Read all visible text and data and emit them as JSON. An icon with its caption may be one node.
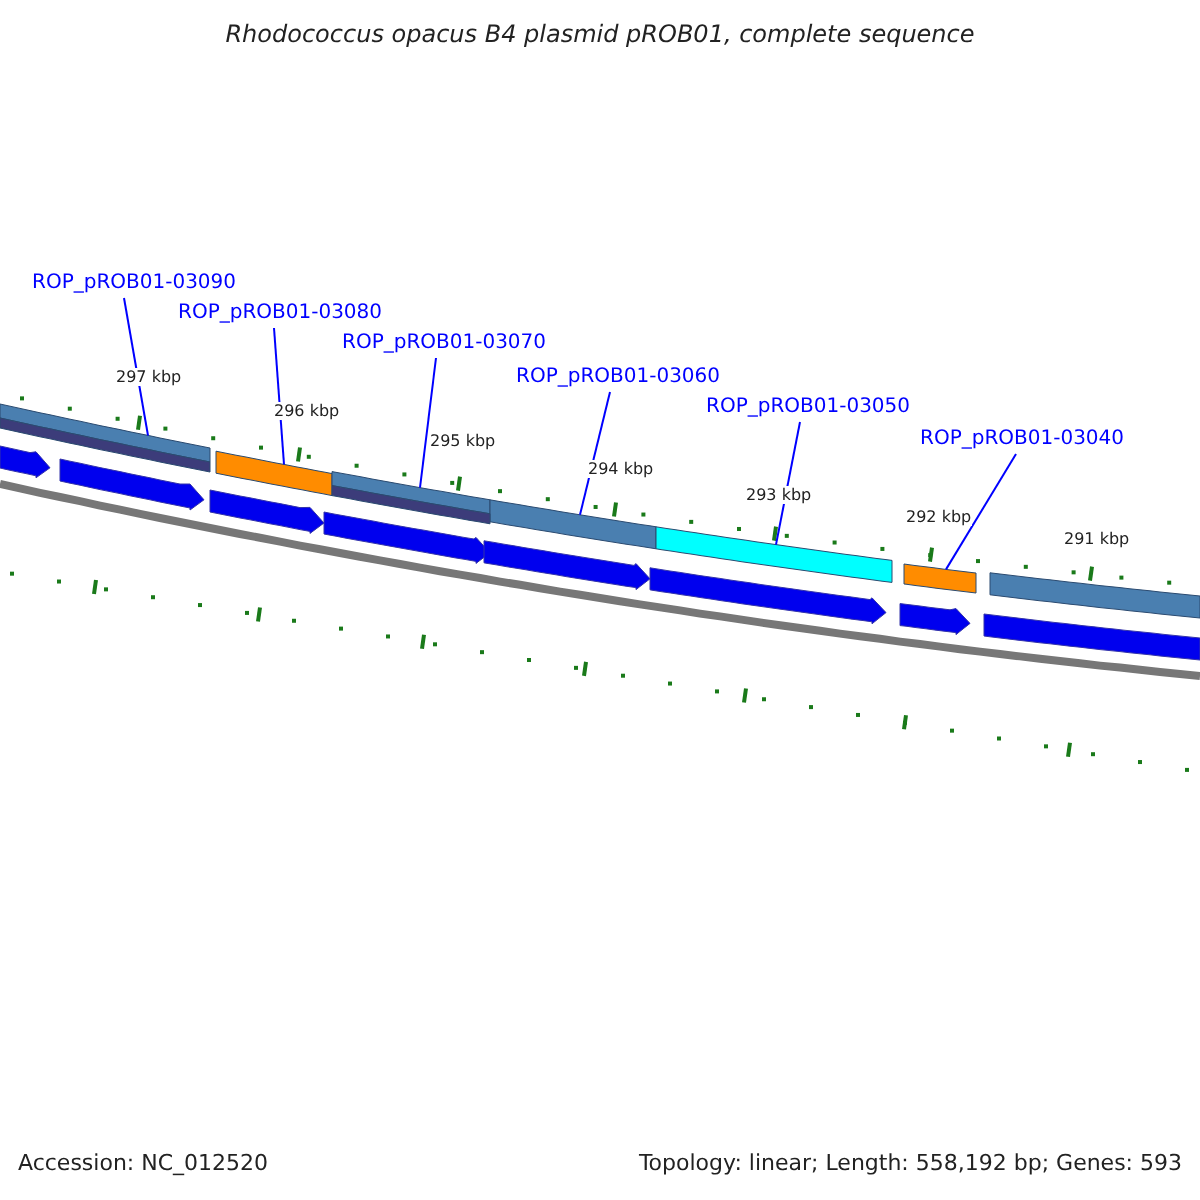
{
  "diagram": {
    "title": "Rhodococcus opacus B4 plasmid pROB01, complete sequence",
    "nodes": [
      {
        "text": [
          "ROP_pROB01-03090"
        ]
      },
      {
        "text": [
          "ROP_pROB01-03080"
        ]
      },
      {
        "text": [
          "ROP_pROB01-03070"
        ]
      },
      {
        "text": [
          "ROP_pROB01-03060"
        ]
      },
      {
        "text": [
          "ROP_pROB01-03050"
        ]
      },
      {
        "text": [
          "ROP_pROB01-03040"
        ]
      },
      {
        "text": [],
        "shape": "bar"
      },
      {
        "text": [],
        "shape": "bar"
      },
      {
        "text": [],
        "shape": "bar"
      },
      {
        "text": [],
        "shape": "bar"
      },
      {
        "text": [],
        "shape": "bar"
      },
      {
        "text": [],
        "shape": "bar"
      },
      {
        "text": [],
        "shape": "bar"
      },
      {
        "text": [],
        "shape": "bar"
      },
      {
        "text": [],
        "shape": "bar"
      },
      {
        "text": [],
        "shape": "arrow"
      },
      {
        "text": [],
        "shape": "arrow"
      },
      {
        "text": [],
        "shape": "arrow"
      },
      {
        "text": [],
        "shape": "arrow"
      },
      {
        "text": [],
        "shape": "arrow"
      },
      {
        "text": [],
        "shape": "arrow"
      },
      {
        "text": [],
        "shape": "arrow"
      },
      {
        "text": [],
        "shape": "arrow"
      }
    ],
    "edges": [
      {
        "from": 0,
        "to": 6,
        "arrow": "none"
      },
      {
        "from": 1,
        "to": 7,
        "arrow": "none"
      },
      {
        "from": 2,
        "to": 8,
        "arrow": "none"
      },
      {
        "from": 3,
        "to": 9,
        "arrow": "none"
      },
      {
        "from": 4,
        "to": 10,
        "arrow": "none"
      },
      {
        "from": 5,
        "to": 11,
        "arrow": "none"
      }
    ],
    "labels": [
      "297 kbp",
      "296 kbp",
      "295 kbp",
      "294 kbp",
      "293 kbp",
      "292 kbp",
      "291 kbp",
      "Accession: NC_012520",
      "Topology: linear; Length: 558,192 bp; Genes: 593"
    ]
  }
}
